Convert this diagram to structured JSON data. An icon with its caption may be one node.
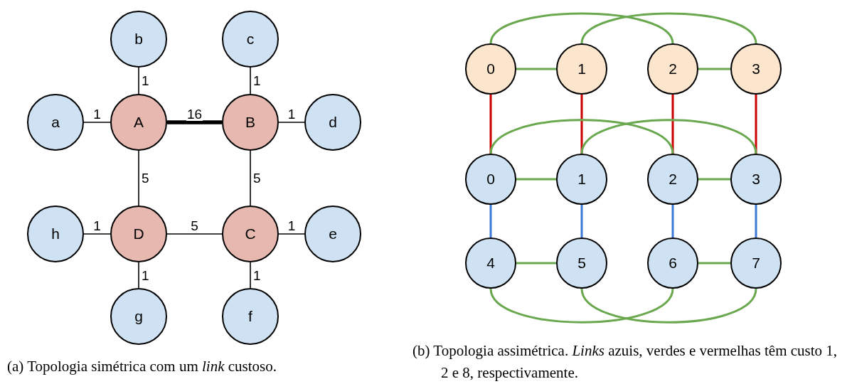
{
  "diagram": {
    "nodes": [
      {
        "text": [
          "b"
        ]
      },
      {
        "text": [
          "c"
        ]
      },
      {
        "text": [
          "a"
        ]
      },
      {
        "text": [
          "A"
        ]
      },
      {
        "text": [
          "B"
        ]
      },
      {
        "text": [
          "d"
        ]
      },
      {
        "text": [
          "h"
        ]
      },
      {
        "text": [
          "D"
        ]
      },
      {
        "text": [
          "C"
        ]
      },
      {
        "text": [
          "e"
        ]
      },
      {
        "text": [
          "g"
        ]
      },
      {
        "text": [
          "f"
        ]
      },
      {
        "text": [
          "0"
        ]
      },
      {
        "text": [
          "1"
        ]
      },
      {
        "text": [
          "2"
        ]
      },
      {
        "text": [
          "3"
        ]
      },
      {
        "text": [
          "0"
        ]
      },
      {
        "text": [
          "1"
        ]
      },
      {
        "text": [
          "2"
        ]
      },
      {
        "text": [
          "3"
        ]
      },
      {
        "text": [
          "4"
        ]
      },
      {
        "text": [
          "5"
        ]
      },
      {
        "text": [
          "6"
        ]
      },
      {
        "text": [
          "7"
        ]
      }
    ],
    "edges": [
      {
        "from": 0,
        "to": 3,
        "arrow": "none",
        "label": "1"
      },
      {
        "from": 1,
        "to": 4,
        "arrow": "none",
        "label": "1"
      },
      {
        "from": 2,
        "to": 3,
        "arrow": "none",
        "label": "1"
      },
      {
        "from": 3,
        "to": 4,
        "arrow": "none",
        "label": "16",
        "style": "thick"
      },
      {
        "from": 4,
        "to": 5,
        "arrow": "none",
        "label": "1"
      },
      {
        "from": 3,
        "to": 7,
        "arrow": "none",
        "label": "5"
      },
      {
        "from": 4,
        "to": 8,
        "arrow": "none",
        "label": "5"
      },
      {
        "from": 6,
        "to": 7,
        "arrow": "none",
        "label": "1"
      },
      {
        "from": 7,
        "to": 8,
        "arrow": "none",
        "label": "5"
      },
      {
        "from": 8,
        "to": 9,
        "arrow": "none",
        "label": "1"
      },
      {
        "from": 7,
        "to": 10,
        "arrow": "none",
        "label": "1"
      },
      {
        "from": 8,
        "to": 11,
        "arrow": "none",
        "label": "1"
      },
      {
        "from": 12,
        "to": 13,
        "arrow": "none",
        "color": "#6aa84f"
      },
      {
        "from": 14,
        "to": 15,
        "arrow": "none",
        "color": "#6aa84f"
      },
      {
        "from": 12,
        "to": 14,
        "arrow": "none",
        "color": "#6aa84f"
      },
      {
        "from": 13,
        "to": 15,
        "arrow": "none",
        "color": "#6aa84f"
      },
      {
        "from": 12,
        "to": 16,
        "arrow": "none",
        "color": "#cc0000"
      },
      {
        "from": 13,
        "to": 17,
        "arrow": "none",
        "color": "#cc0000"
      },
      {
        "from": 14,
        "to": 18,
        "arrow": "none",
        "color": "#cc0000"
      },
      {
        "from": 15,
        "to": 19,
        "arrow": "none",
        "color": "#cc0000"
      },
      {
        "from": 16,
        "to": 17,
        "arrow": "none",
        "color": "#6aa84f"
      },
      {
        "from": 18,
        "to": 19,
        "arrow": "none",
        "color": "#6aa84f"
      },
      {
        "from": 16,
        "to": 18,
        "arrow": "none",
        "color": "#6aa84f"
      },
      {
        "from": 17,
        "to": 19,
        "arrow": "none",
        "color": "#6aa84f"
      },
      {
        "from": 16,
        "to": 20,
        "arrow": "none",
        "color": "#3c78d8"
      },
      {
        "from": 17,
        "to": 21,
        "arrow": "none",
        "color": "#3c78d8"
      },
      {
        "from": 18,
        "to": 22,
        "arrow": "none",
        "color": "#3c78d8"
      },
      {
        "from": 19,
        "to": 23,
        "arrow": "none",
        "color": "#3c78d8"
      },
      {
        "from": 20,
        "to": 21,
        "arrow": "none",
        "color": "#6aa84f"
      },
      {
        "from": 22,
        "to": 23,
        "arrow": "none",
        "color": "#6aa84f"
      },
      {
        "from": 20,
        "to": 22,
        "arrow": "none",
        "color": "#6aa84f"
      },
      {
        "from": 21,
        "to": 23,
        "arrow": "none",
        "color": "#6aa84f"
      }
    ],
    "labels": [
      "(a) Topologia simétrica com um *link* custoso.",
      "(b) Topologia assimétrica. *Links* azuis, verdes e vermelhas têm custo 1, 2 e 8, respectivamente."
    ]
  }
}
